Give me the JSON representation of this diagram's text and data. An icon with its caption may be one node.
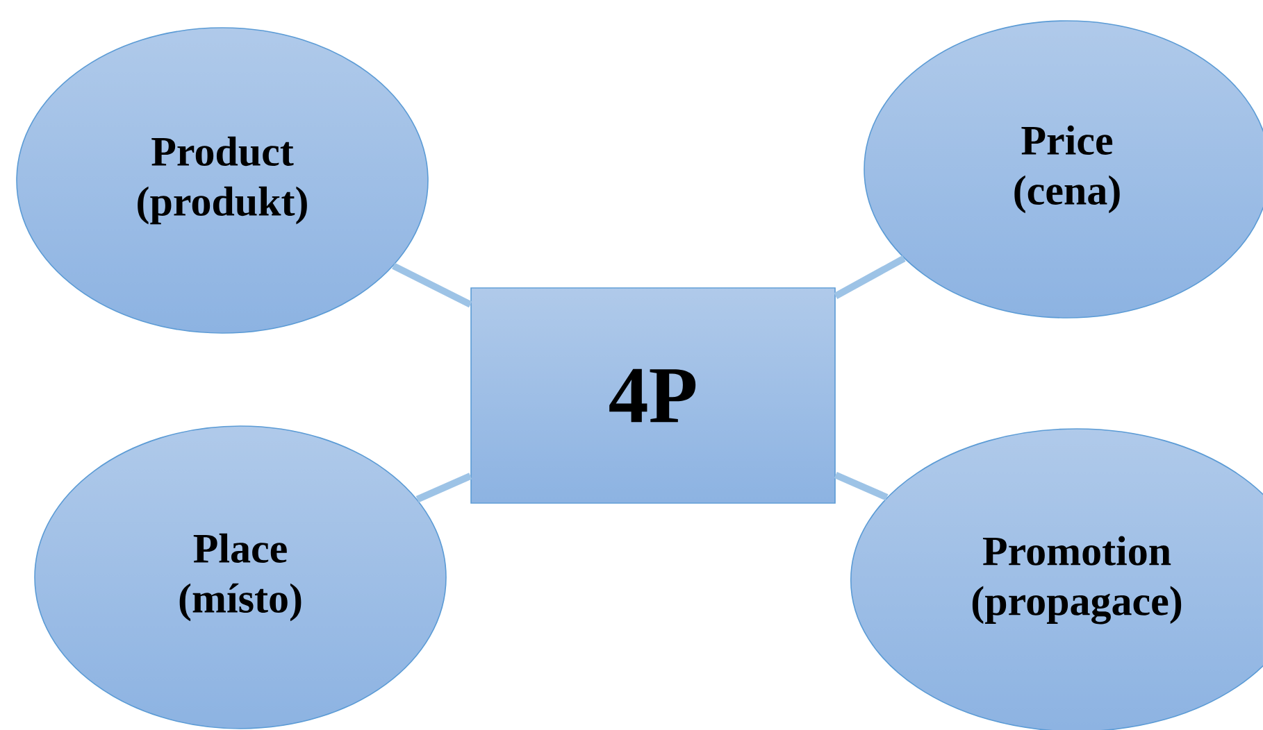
{
  "diagram": {
    "nodes": [
      {
        "text": [
          "Product (produkt)"
        ]
      },
      {
        "text": [
          "Price (cena)"
        ]
      },
      {
        "text": [
          "4P"
        ]
      },
      {
        "text": [
          "Place (místo)"
        ]
      },
      {
        "text": [
          "Promotion (propagace)"
        ]
      }
    ],
    "edges": [
      {
        "from": 2,
        "to": 0,
        "arrow": "none"
      },
      {
        "from": 2,
        "to": 1,
        "arrow": "none"
      },
      {
        "from": 2,
        "to": 3,
        "arrow": "none"
      },
      {
        "from": 2,
        "to": 4,
        "arrow": "none"
      }
    ]
  }
}
